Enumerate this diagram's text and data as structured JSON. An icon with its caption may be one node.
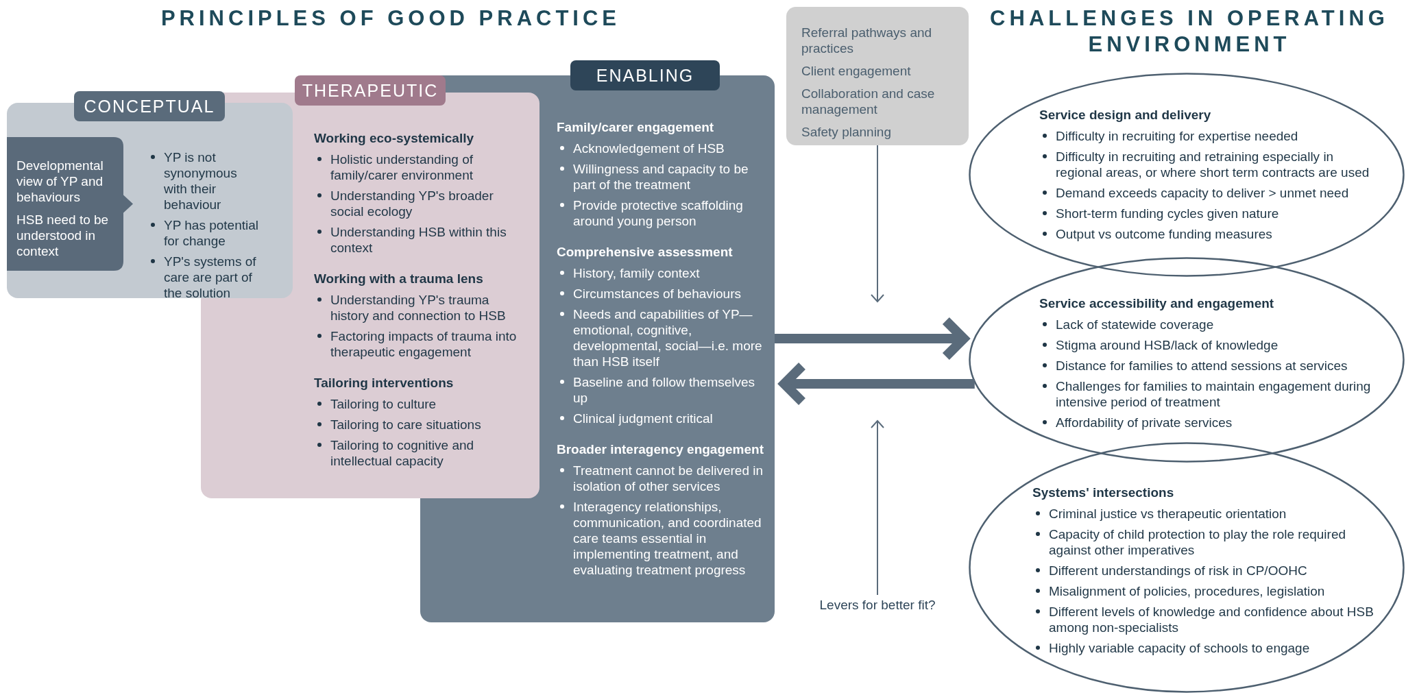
{
  "diagram": {
    "nodes": [
      {
        "text": [
          "CONCEPTUAL",
          "YP is not synonymous with their behaviour",
          "YP has potential for change",
          "YP's systems of care are part of the solution"
        ]
      },
      {
        "text": [
          "Developmental view of YP and behaviours",
          "HSB need to be understood in context"
        ],
        "in": 0
      },
      {
        "text": [
          "THERAPEUTIC",
          "Working eco-systemically",
          "Holistic understanding of family/carer environment",
          "Understanding YP's broader social ecology",
          "Understanding HSB within this context",
          "Working with a trauma lens",
          "Understanding YP's trauma history and connection to HSB",
          "Factoring impacts of trauma into therapeutic engagement",
          "Tailoring interventions",
          "Tailoring to culture",
          "Tailoring to care situations",
          "Tailoring to cognitive and intellectual capacity"
        ]
      },
      {
        "text": [
          "ENABLING",
          "Family/carer engagement",
          "Acknowledgement of HSB",
          "Willingness and capacity to be part of the treatment",
          "Provide protective scaffolding around young person",
          "Comprehensive assessment",
          "History, family context",
          "Circumstances of behaviours",
          "Needs and capabilities of YP—emotional, cognitive, developmental, social—i.e. more than HSB itself",
          "Baseline and follow themselves up",
          "Clinical judgment critical",
          "Broader interagency engagement",
          "Treatment cannot be delivered in isolation of other services",
          "Interagency relationships, communication, and coordinated care teams essential in implementing treatment, and evaluating treatment progress"
        ]
      },
      {
        "text": [
          "Referral pathways and practices",
          "Client engagement",
          "Collaboration and case management",
          "Safety planning"
        ]
      },
      {
        "text": [
          "Levers for better fit?"
        ]
      },
      {
        "text": [
          "Service design and delivery",
          "Difficulty in recruiting for expertise needed",
          "Difficulty in recruiting and retraining especially in regional areas, or where short term contracts are used",
          "Demand exceeds capacity to deliver > unmet need",
          "Short-term funding cycles given nature",
          "Output vs outcome funding measures"
        ]
      },
      {
        "text": [
          "Service accessibility and engagement",
          "Lack of statewide coverage",
          "Stigma around HSB/lack of knowledge",
          "Distance for families to attend sessions at services",
          "Challenges for families to maintain engagement during intensive period of treatment",
          "Affordability of private services"
        ]
      },
      {
        "text": [
          "Systems' intersections",
          "Criminal justice vs therapeutic orientation",
          "Capacity of child protection to play the role required against other imperatives",
          "Different understandings of risk in CP/OOHC",
          "Misalignment of policies, procedures, legislation",
          "Different levels of knowledge and confidence about HSB among non-specialists",
          "Highly variable capacity of schools to engage"
        ]
      }
    ],
    "edges": [
      {
        "from": 3,
        "to": 7,
        "arrow": "to",
        "style": "thick"
      },
      {
        "from": 7,
        "to": 3,
        "arrow": "to",
        "style": "thick"
      },
      {
        "from": 4,
        "to": null,
        "arrow": "to"
      },
      {
        "from": 5,
        "to": null,
        "arrow": "to"
      }
    ],
    "labels": [
      "PRINCIPLES OF GOOD PRACTICE",
      "CHALLENGES IN OPERATING ENVIRONMENT"
    ]
  }
}
